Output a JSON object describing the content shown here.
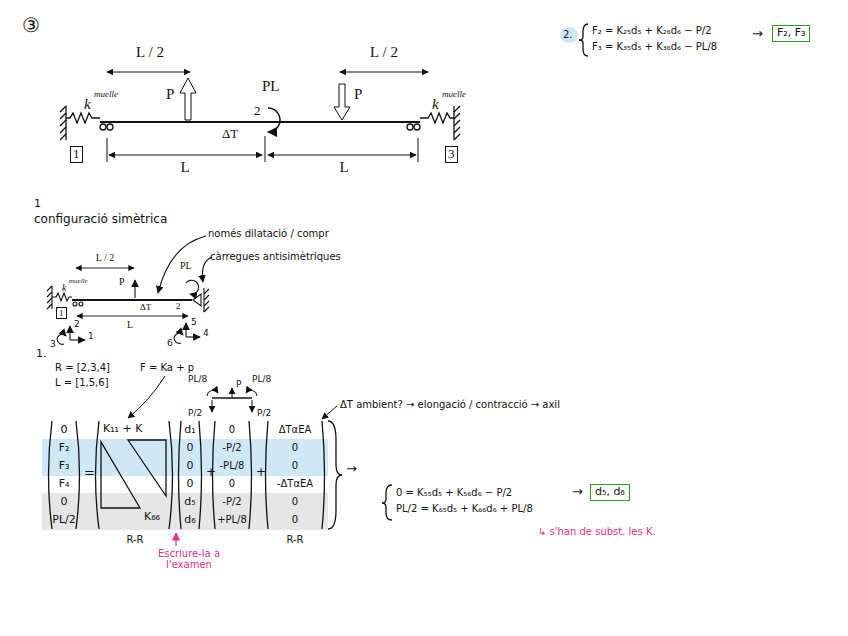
{
  "diagram": {
    "nodes": [
      {
        "text": [
          "1"
        ]
      },
      {
        "text": [
          "3"
        ]
      },
      {
        "text": [
          "1"
        ]
      },
      {
        "text": [
          "F₂, F₃"
        ]
      },
      {
        "text": [
          "d₅, d₆"
        ]
      }
    ],
    "labels": [
      "③",
      "L / 2",
      "L / 2",
      "P",
      "PL",
      "P",
      "k",
      "muelle",
      "k",
      "muelle",
      "2",
      "ΔT",
      "L",
      "L",
      "1",
      "configuració simètrica",
      "només dilatació / compr",
      "càrregues antisimètriques",
      "L / 2",
      "P",
      "PL",
      "k",
      "muelle",
      "ΔT",
      "2",
      "L",
      "2",
      "1",
      "3",
      "5",
      "4",
      "6",
      "1.",
      "R = [2,3,4]",
      "L = [1,5,6]",
      "F = Ka + p",
      "0",
      "F₂",
      "F₃",
      "F₄",
      "0",
      "PL/2",
      "=",
      "K₁₁ + K",
      "K₆₆",
      "R-R",
      "d₁",
      "0",
      "0",
      "0",
      "d₅",
      "d₆",
      "+",
      "0",
      "-P/2",
      "-PL/8",
      "0",
      "-P/2",
      "+PL/8",
      "+",
      "ΔTαEA",
      "0",
      "0",
      "-ΔTαEA",
      "0",
      "0",
      "R-R",
      "PL/8",
      "P",
      "PL/8",
      "P/2",
      "P/2",
      "ΔT ambient? → elongació / contracció → axil",
      "Escriure-la a l'examen",
      "→",
      "0 = K₅₅d₅ + K₅₆d₆ − P/2",
      "PL/2 = K₆₅d₅ + K₆₆d₆ + PL/8",
      "→",
      "↳ s'han de subst. les K.",
      "2.",
      "F₂ = K₂₅d₅ + K₂₆d₆ − P/2",
      "F₃ = K₃₅d₅ + K₃₆d₆ − PL/8",
      "→"
    ]
  }
}
